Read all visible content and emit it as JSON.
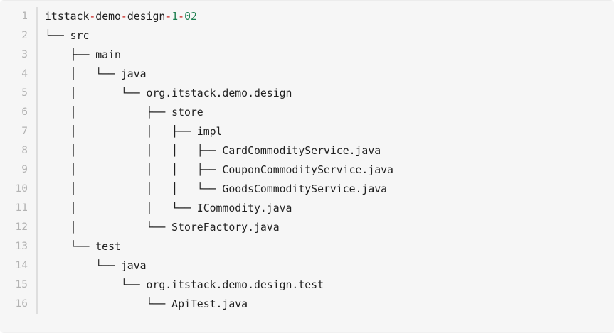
{
  "code_block": {
    "language": "text",
    "background_color": "#f6f6f6",
    "gutter_divider_color": "#dedede",
    "line_number_color": "#b3b3b3",
    "text_color": "#1f1f1f",
    "punctuation_color": "#c41a16",
    "number_color": "#1c7e4f",
    "line_count": 16,
    "line_numbers": [
      "1",
      "2",
      "3",
      "4",
      "5",
      "6",
      "7",
      "8",
      "9",
      "10",
      "11",
      "12",
      "13",
      "14",
      "15",
      "16"
    ],
    "lines": [
      {
        "number": "1",
        "text": "itstack-demo-design-1-02",
        "tokens": [
          {
            "type": "plain",
            "text": "itstack"
          },
          {
            "type": "punct",
            "text": "-"
          },
          {
            "type": "plain",
            "text": "demo"
          },
          {
            "type": "punct",
            "text": "-"
          },
          {
            "type": "plain",
            "text": "design"
          },
          {
            "type": "punct",
            "text": "-"
          },
          {
            "type": "num",
            "text": "1"
          },
          {
            "type": "punct",
            "text": "-"
          },
          {
            "type": "num",
            "text": "02"
          }
        ]
      },
      {
        "number": "2",
        "text": "└── src",
        "tokens": [
          {
            "type": "plain",
            "text": "└── src"
          }
        ]
      },
      {
        "number": "3",
        "text": "    ├── main",
        "tokens": [
          {
            "type": "plain",
            "text": "    ├── main"
          }
        ]
      },
      {
        "number": "4",
        "text": "    │   └── java",
        "tokens": [
          {
            "type": "plain",
            "text": "    │   └── java"
          }
        ]
      },
      {
        "number": "5",
        "text": "    │       └── org.itstack.demo.design",
        "tokens": [
          {
            "type": "plain",
            "text": "    │       └── org.itstack.demo.design"
          }
        ]
      },
      {
        "number": "6",
        "text": "    │           ├── store",
        "tokens": [
          {
            "type": "plain",
            "text": "    │           ├── store"
          }
        ]
      },
      {
        "number": "7",
        "text": "    │           │   ├── impl",
        "tokens": [
          {
            "type": "plain",
            "text": "    │           │   ├── impl"
          }
        ]
      },
      {
        "number": "8",
        "text": "    │           │   │   ├── CardCommodityService.java",
        "tokens": [
          {
            "type": "plain",
            "text": "    │           │   │   ├── CardCommodityService.java"
          }
        ]
      },
      {
        "number": "9",
        "text": "    │           │   │   ├── CouponCommodityService.java",
        "tokens": [
          {
            "type": "plain",
            "text": "    │           │   │   ├── CouponCommodityService.java"
          }
        ]
      },
      {
        "number": "10",
        "text": "    │           │   │   └── GoodsCommodityService.java",
        "tokens": [
          {
            "type": "plain",
            "text": "    │           │   │   └── GoodsCommodityService.java"
          }
        ]
      },
      {
        "number": "11",
        "text": "    │           │   └── ICommodity.java",
        "tokens": [
          {
            "type": "plain",
            "text": "    │           │   └── ICommodity.java"
          }
        ]
      },
      {
        "number": "12",
        "text": "    │           └── StoreFactory.java",
        "tokens": [
          {
            "type": "plain",
            "text": "    │           └── StoreFactory.java"
          }
        ]
      },
      {
        "number": "13",
        "text": "    └── test",
        "tokens": [
          {
            "type": "plain",
            "text": "    └── test"
          }
        ]
      },
      {
        "number": "14",
        "text": "        └── java",
        "tokens": [
          {
            "type": "plain",
            "text": "        └── java"
          }
        ]
      },
      {
        "number": "15",
        "text": "            └── org.itstack.demo.design.test",
        "tokens": [
          {
            "type": "plain",
            "text": "            └── org.itstack.demo.design.test"
          }
        ]
      },
      {
        "number": "16",
        "text": "                └── ApiTest.java",
        "tokens": [
          {
            "type": "plain",
            "text": "                └── ApiTest.java"
          }
        ]
      }
    ]
  }
}
